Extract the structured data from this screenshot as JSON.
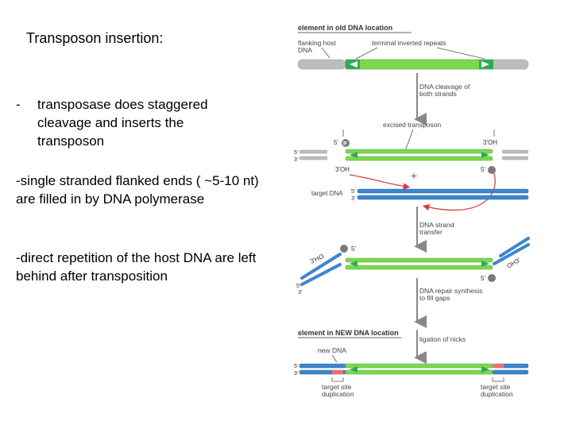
{
  "slide": {
    "title": "Transposon insertion:",
    "bullets": [
      "transposase does staggered cleavage and inserts the transposon",
      "-single stranded flanked ends ( ~5-10 nt) are filled in by DNA polymerase",
      "-direct repetition of the host DNA are left behind after transposition"
    ],
    "bullet_dash": "-"
  },
  "figure": {
    "colors": {
      "host_dna": "#bdbdbd",
      "transposon": "#7bd84e",
      "inverted_repeat": "#2faa53",
      "target_dna": "#3d86cc",
      "new_dna": "#f07070",
      "arrow": "#888888",
      "curve_arrow": "#d63a3a",
      "phosphate": "#7a7a7a"
    },
    "labels": {
      "old_location": "element in old DNA location",
      "flanking_host_dna": "flanking host DNA",
      "terminal_repeats": "terminal inverted repeats",
      "cleavage_step": "DNA cleavage of both strands",
      "excised_transposon": "excised transposon",
      "end_5": "5'",
      "end_3": "3'",
      "end_3oh_left": "3'OH",
      "end_3oh_right": "3'OH",
      "end_5p_left": "5'",
      "end_5p_right": "5'",
      "end_3oh_mid": "3'OH",
      "plus": "+",
      "target_dna": "target DNA",
      "transfer_step": "DNA strand transfer",
      "ho3_left": "3'HO",
      "oh3_right": "OH3'",
      "five_prime_top": "5'",
      "five_prime_bottom": "5'",
      "repair_step": "DNA repair synthesis to fill gaps",
      "new_location": "element in NEW DNA location",
      "ligation_step": "ligation of nicks",
      "new_dna": "new DNA",
      "tsd_left": "target site duplication",
      "tsd_right": "target site duplication",
      "phosphate_symbol": "P"
    }
  }
}
